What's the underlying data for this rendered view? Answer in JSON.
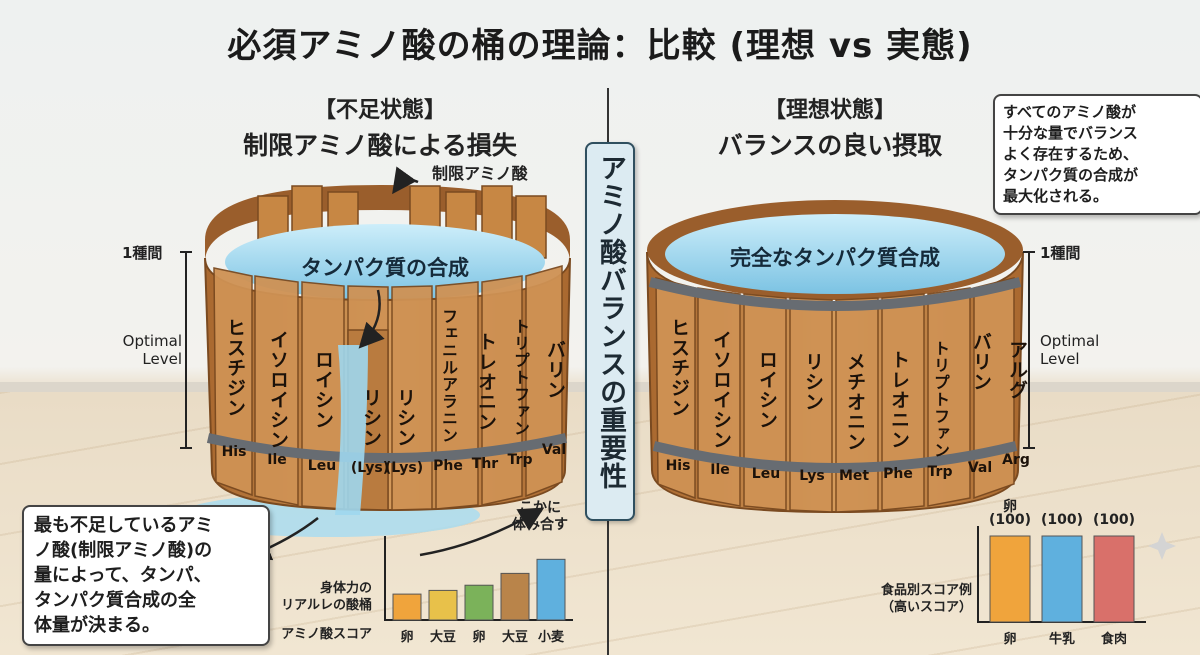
{
  "title": "必須アミノ酸の桶の理論：比較 (理想 vs 実態)",
  "center_band": "アミノ酸バランスの重要性",
  "left": {
    "header_l1": "【不足状態】",
    "header_l2": "制限アミノ酸による損失",
    "limiting_label": "制限アミノ酸",
    "tub_title": "タンパク質の合成",
    "scale_top": "1種間",
    "scale_mid_l1": "Optimal",
    "scale_mid_l2": "Level",
    "staves": [
      {
        "name": "ヒスチジン",
        "abbr": "His"
      },
      {
        "name": "イソロイシン",
        "abbr": "Ile"
      },
      {
        "name": "ロイシン",
        "abbr": "Leu"
      },
      {
        "name": "リシン",
        "abbr": "(Lys)"
      },
      {
        "name": "リシン",
        "abbr": "(Lys)"
      },
      {
        "name": "フェニルアラニン",
        "abbr": "Phe"
      },
      {
        "name": "トレオニン",
        "abbr": "Thr"
      },
      {
        "name": "トリプトファン",
        "abbr": "Trp"
      },
      {
        "name": "バリン",
        "abbr": "Val"
      }
    ],
    "callout": [
      "最も不足しているアミ",
      "ノ酸(制限アミノ酸)の",
      "量によって、タンパ、",
      "タンパク質合成の全",
      "体量が決まる。"
    ],
    "chart_caption_l1": "身体力の",
    "chart_caption_l2": "リアルレの酸桶",
    "chart_axis_label": "アミノ酸スコア",
    "chart_arrow_l1": "こかに",
    "chart_arrow_l2": "体み合す"
  },
  "right": {
    "header_l1": "【理想状態】",
    "header_l2": "バランスの良い摂取",
    "tub_title": "完全なタンパク質合成",
    "scale_top": "1種間",
    "scale_mid_l1": "Optimal",
    "scale_mid_l2": "Level",
    "staves": [
      {
        "name": "ヒスチジン",
        "abbr": "His"
      },
      {
        "name": "イソロイシン",
        "abbr": "Ile"
      },
      {
        "name": "ロイシン",
        "abbr": "Leu"
      },
      {
        "name": "リシン",
        "abbr": "Lys"
      },
      {
        "name": "メチオニン",
        "abbr": "Met"
      },
      {
        "name": "トレオニン",
        "abbr": "Phe"
      },
      {
        "name": "トリプトファン",
        "abbr": "Trp"
      },
      {
        "name": "バリン",
        "abbr": "Val"
      },
      {
        "name": "アルグ",
        "abbr": "Arg"
      }
    ],
    "callout": [
      "すべてのアミノ酸が",
      "十分な量でバランス",
      "よく存在するため、",
      "タンパク質の合成が",
      "最大化される。"
    ],
    "chart_caption_l1": "食品別スコア例",
    "chart_caption_l2": "（高いスコア）",
    "bar_top_egg_l1": "卵"
  },
  "colors": {
    "water": "#8ecfe8",
    "wood": "#c98a4b",
    "wood_dark": "#8a5527",
    "hoop": "#6e7378",
    "bar_orange": "#f0a43c",
    "bar_yellow": "#e8c14a",
    "bar_green": "#7bb25a",
    "bar_brown": "#b9844a",
    "bar_blue": "#5fb0de",
    "bar_red": "#d9706a"
  },
  "chart_data": [
    {
      "type": "bar",
      "ylabel": "アミノ酸スコア",
      "categories": [
        "卵",
        "大豆",
        "卵",
        "大豆",
        "小麦"
      ],
      "values": [
        35,
        40,
        47,
        63,
        82
      ],
      "ylim": [
        0,
        100
      ],
      "grid": false
    },
    {
      "type": "bar",
      "title": "食品別スコア例",
      "subtitle": "（高いスコア）",
      "categories": [
        "卵",
        "牛乳",
        "食肉"
      ],
      "values": [
        100,
        100,
        100
      ],
      "value_labels": [
        "(100)",
        "(100)",
        "(100)"
      ],
      "ylim": [
        0,
        100
      ],
      "grid": false
    }
  ]
}
